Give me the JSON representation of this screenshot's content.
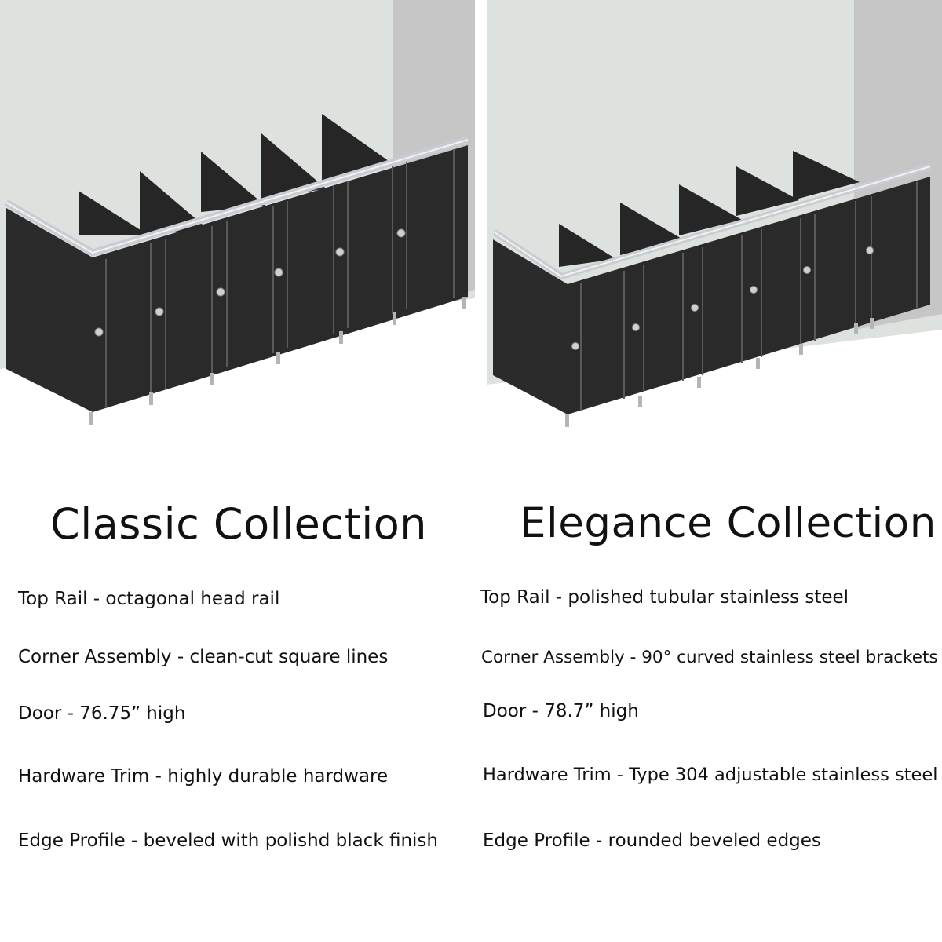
{
  "classic": {
    "title": "Classic Collection",
    "specs": [
      "Top Rail - octagonal head rail",
      "Corner Assembly - clean-cut square lines",
      "Door - 76.75” high",
      "Hardware Trim - highly durable hardware",
      "Edge Profile - beveled with polishd black finish"
    ]
  },
  "elegance": {
    "title": "Elegance Collection",
    "specs": [
      "Top Rail - polished tubular stainless steel",
      "Corner Assembly - 90° curved stainless steel brackets",
      "Door - 78.7” high",
      "Hardware Trim - Type 304 adjustable stainless steel",
      "Edge Profile - rounded beveled edges"
    ]
  },
  "colors": {
    "wall": "#dde2df",
    "side_wall": "#c6c6c6",
    "panel": "#262626",
    "rail": "#c9ccd0"
  }
}
